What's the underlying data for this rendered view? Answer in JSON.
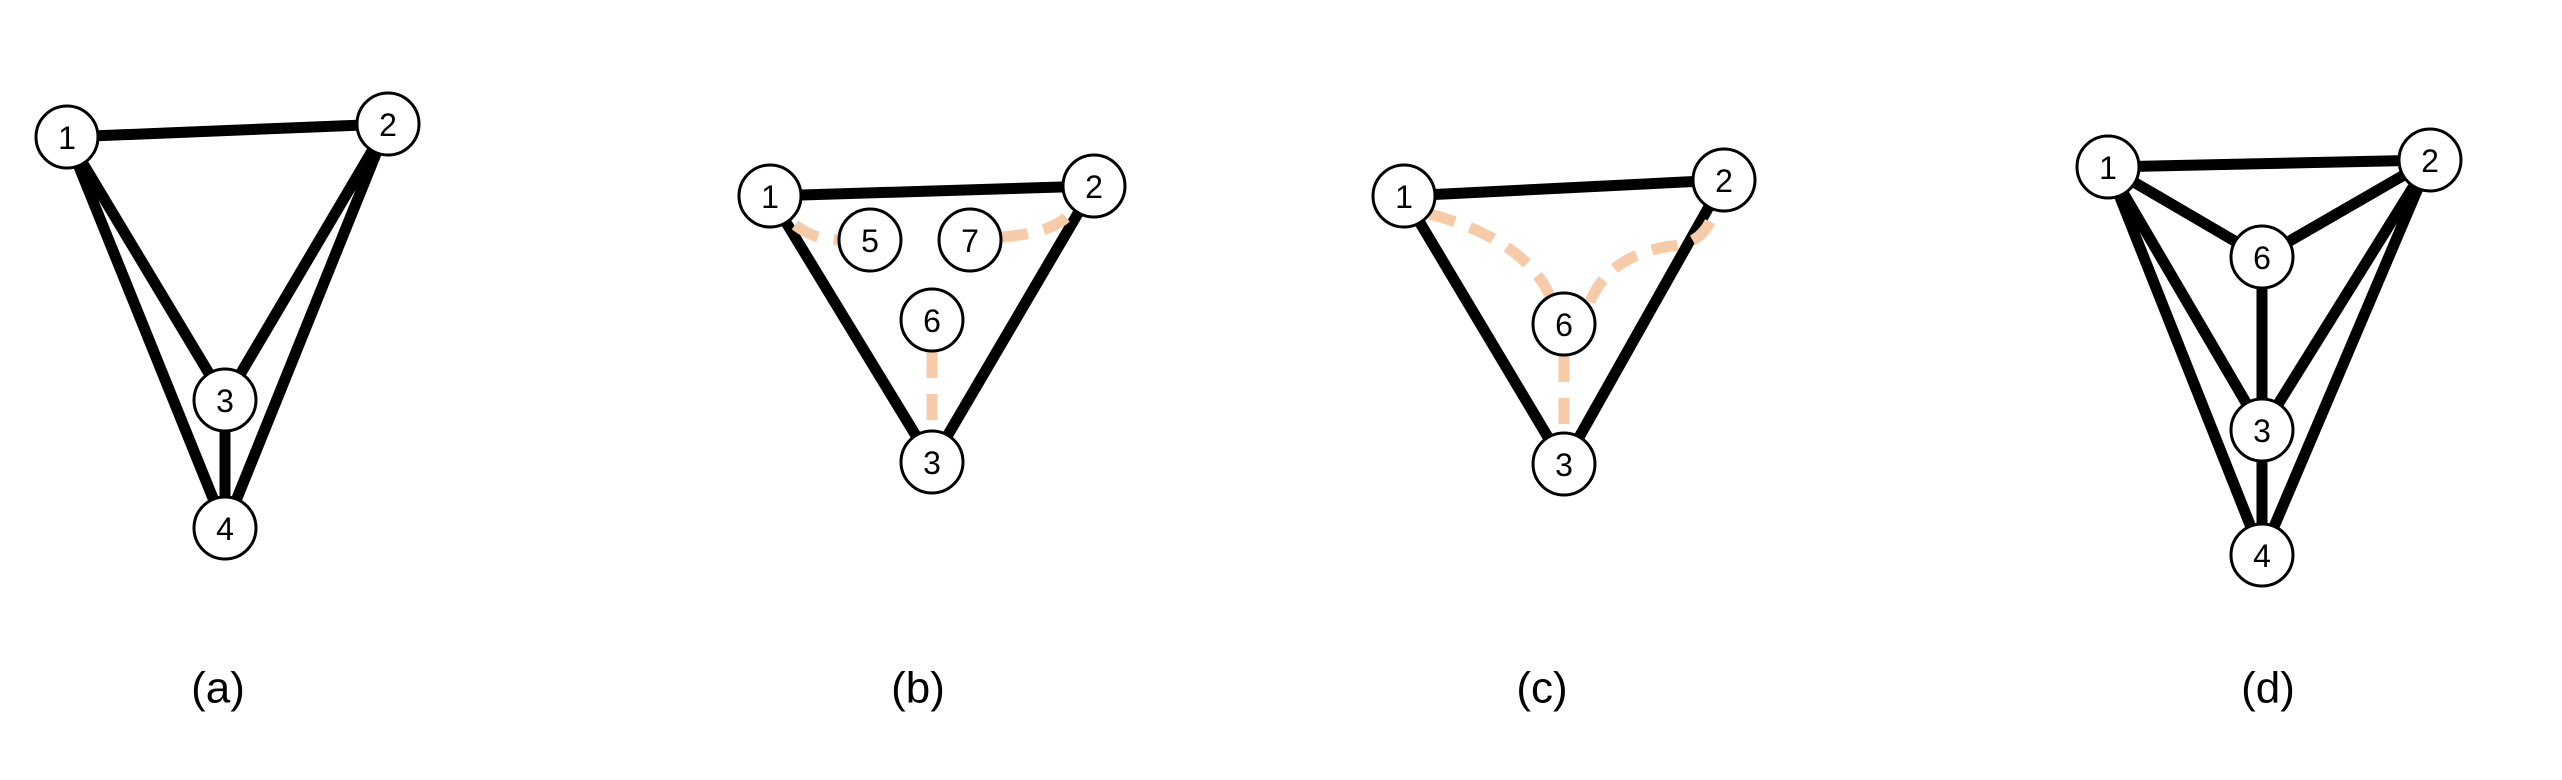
{
  "colors": {
    "edge": "#000000",
    "dashed_edge": "#f7cba8",
    "node_fill": "#ffffff"
  },
  "panels": [
    {
      "caption": "(a)",
      "nodes": [
        "1",
        "2",
        "3",
        "4"
      ],
      "edges": [
        [
          "1",
          "2"
        ],
        [
          "1",
          "3"
        ],
        [
          "1",
          "4"
        ],
        [
          "2",
          "3"
        ],
        [
          "2",
          "4"
        ],
        [
          "3",
          "4"
        ]
      ],
      "dashed_edges": []
    },
    {
      "caption": "(b)",
      "nodes": [
        "1",
        "2",
        "3",
        "5",
        "6",
        "7"
      ],
      "edges": [
        [
          "1",
          "2"
        ],
        [
          "1",
          "3"
        ],
        [
          "2",
          "3"
        ]
      ],
      "dashed_edges": [
        [
          "1",
          "5"
        ],
        [
          "7",
          "2"
        ],
        [
          "6",
          "3"
        ]
      ]
    },
    {
      "caption": "(c)",
      "nodes": [
        "1",
        "2",
        "3",
        "6"
      ],
      "edges": [
        [
          "1",
          "2"
        ],
        [
          "1",
          "3"
        ],
        [
          "2",
          "3"
        ]
      ],
      "dashed_edges": [
        [
          "1",
          "6"
        ],
        [
          "6",
          "2"
        ],
        [
          "6",
          "3"
        ]
      ]
    },
    {
      "caption": "(d)",
      "nodes": [
        "1",
        "2",
        "3",
        "4",
        "6"
      ],
      "edges": [
        [
          "1",
          "2"
        ],
        [
          "1",
          "6"
        ],
        [
          "2",
          "6"
        ],
        [
          "6",
          "3"
        ],
        [
          "1",
          "3"
        ],
        [
          "1",
          "4"
        ],
        [
          "2",
          "3"
        ],
        [
          "2",
          "4"
        ],
        [
          "3",
          "4"
        ]
      ],
      "dashed_edges": []
    }
  ]
}
